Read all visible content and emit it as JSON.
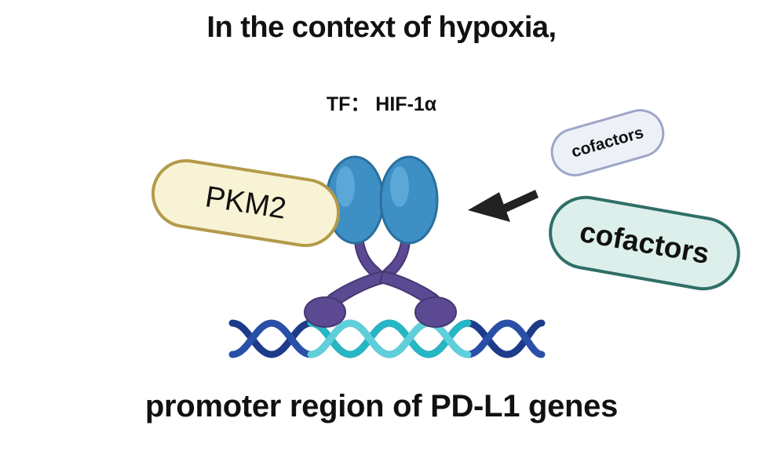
{
  "title": "In the context of hypoxia,",
  "tf_label": "TF： HIF-1α",
  "footer": "promoter region of PD-L1 genes",
  "nodes": {
    "pkm2": "PKM2",
    "cofactors_small": "cofactors",
    "cofactors_large": "cofactors"
  },
  "colors": {
    "protein_blue": "#3d8fc4",
    "linker_purple": "#5b4a92",
    "dna_dark": "#1e3b8a",
    "dna_teal": "#27b6c3",
    "arrow": "#222222"
  }
}
